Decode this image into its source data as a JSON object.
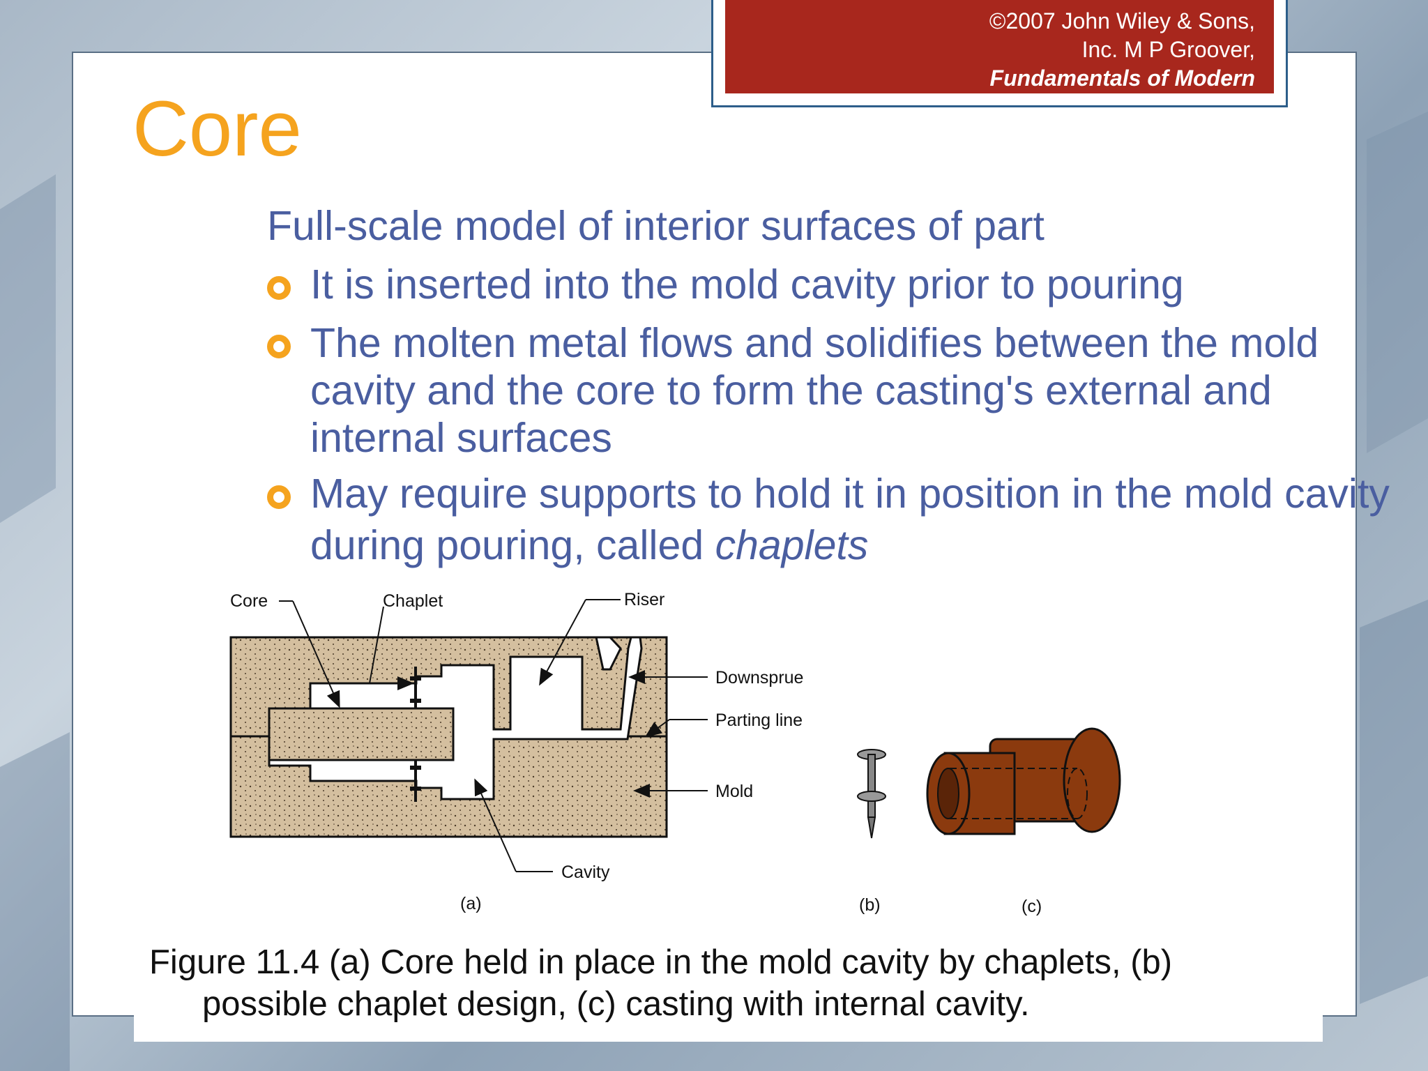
{
  "header": {
    "copyright_line1": "©2007 John Wiley & Sons,",
    "copyright_line2": "Inc.  M P Groover,",
    "copyright_line3": "Fundamentals of Modern"
  },
  "title": "Core",
  "subtitle": "Full-scale model of interior surfaces of part",
  "bullets": [
    {
      "lines": [
        "It is inserted into the mold cavity prior to pouring"
      ]
    },
    {
      "lines": [
        "The molten metal flows and solidifies between the mold",
        "cavity and the core to form the casting's external and",
        "internal surfaces"
      ]
    },
    {
      "lines": [
        "May require supports to hold it in position in the mold cavity",
        "during pouring, called "
      ],
      "emphasis": "chaplets"
    }
  ],
  "figure": {
    "labels": {
      "core": "Core",
      "chaplet": "Chaplet",
      "riser": "Riser",
      "downsprue": "Downsprue",
      "parting_line": "Parting line",
      "mold": "Mold",
      "cavity": "Cavity",
      "a": "(a)",
      "b": "(b)",
      "c": "(c)"
    },
    "colors": {
      "sand": "#d4bf9f",
      "casting": "#8b3a0e",
      "casting_dark": "#5a2408"
    }
  },
  "caption": {
    "line1": "Figure 11.4  (a) Core held in place in the mold cavity by chaplets, (b)",
    "line2": "possible chaplet design, (c) casting with internal cavity."
  }
}
